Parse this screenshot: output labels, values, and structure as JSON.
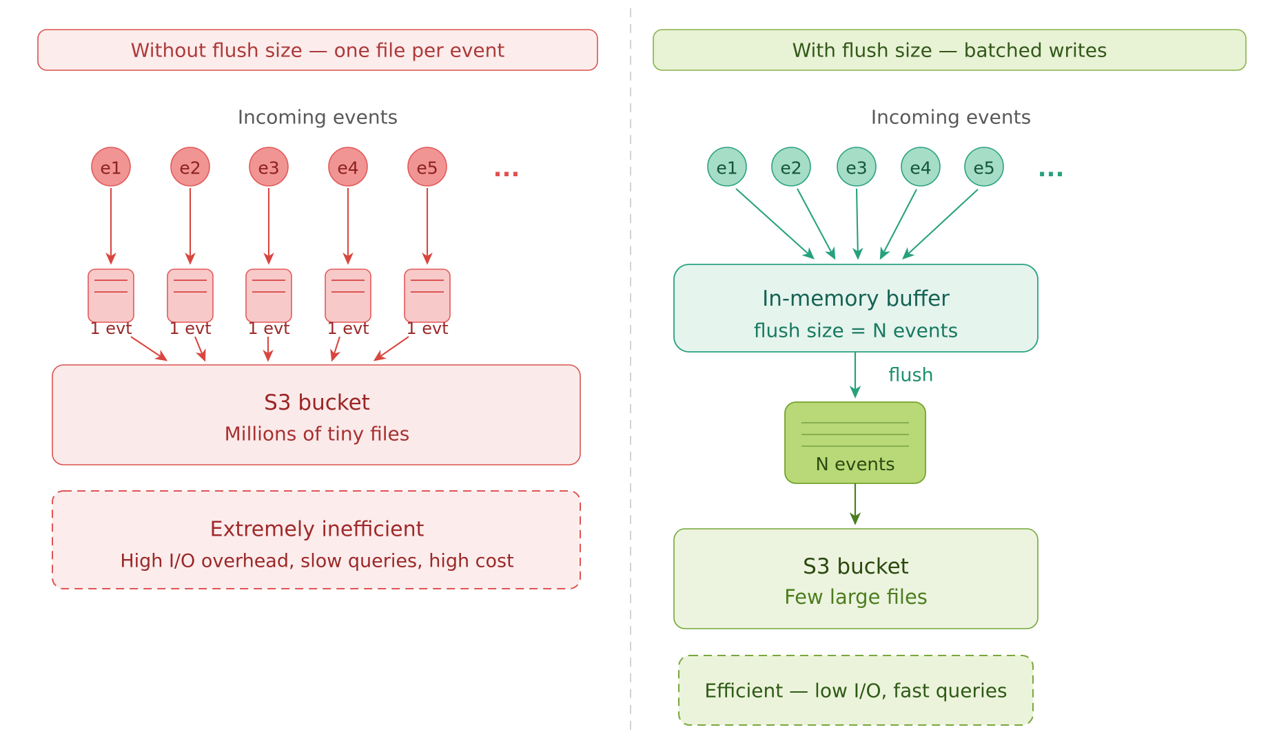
{
  "left": {
    "title": "Without flush size — one file per event",
    "incoming_label": "Incoming events",
    "events": [
      "e1",
      "e2",
      "e3",
      "e4",
      "e5"
    ],
    "ellipsis": "...",
    "file_labels": [
      "1 evt",
      "1 evt",
      "1 evt",
      "1 evt",
      "1 evt"
    ],
    "bucket": {
      "title": "S3 bucket",
      "subtitle": "Millions of tiny files"
    },
    "verdict": {
      "title": "Extremely inefficient",
      "subtitle": "High I/O overhead, slow queries, high cost"
    }
  },
  "right": {
    "title": "With flush size — batched writes",
    "incoming_label": "Incoming events",
    "events": [
      "e1",
      "e2",
      "e3",
      "e4",
      "e5"
    ],
    "ellipsis": "...",
    "buffer": {
      "title": "In-memory buffer",
      "subtitle": "flush size = N events"
    },
    "flush_label": "flush",
    "batch_file_label": "N events",
    "bucket": {
      "title": "S3 bucket",
      "subtitle": "Few large files"
    },
    "verdict": {
      "title": "Efficient — low I/O, fast queries"
    }
  },
  "colors": {
    "red_border": "#d9534f",
    "red_arrow": "#d9453f",
    "red_circle_fill": "#f19494",
    "red_box_fill": "#fbeaea",
    "red_text_dark": "#9b2525",
    "red_title_text": "#ad3a3a",
    "teal_border": "#2aa180",
    "teal_circle_fill": "#a5ddc6",
    "teal_box_fill": "#e6f4ee",
    "teal_text_dark": "#14553f",
    "olive_box_fill": "#b9d877",
    "olive_border": "#73a42b",
    "green_box_fill": "#ecf4df",
    "green_border": "#74a637",
    "green_text_dark": "#2b480e",
    "green_title_fill": "#e8f2d5",
    "gray_label": "#595959",
    "divider_gray": "#c8c8c8"
  }
}
